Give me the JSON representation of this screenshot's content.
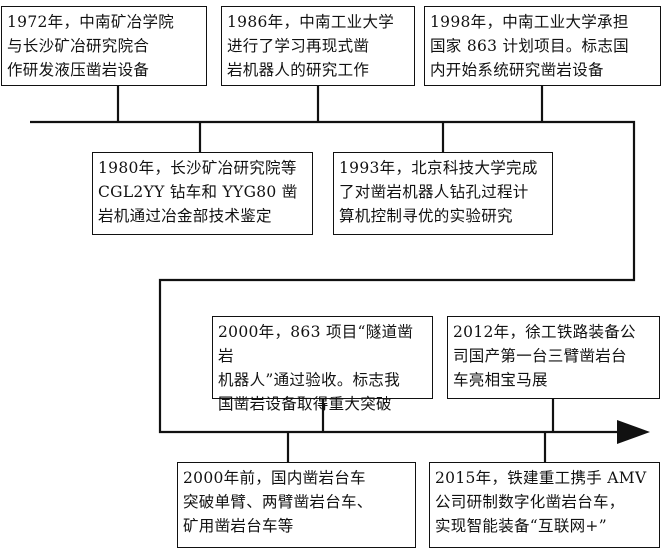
{
  "milestones": {
    "m1972": "1972年，中南矿冶学院\n与长沙矿冶研究院合\n作研发液压凿岩设备",
    "m1986": "1986年，中南工业大学\n进行了学习再现式凿\n岩机器人的研究工作",
    "m1998": "1998年，中南工业大学承担\n国家 863 计划项目。标志国\n内开始系统研究凿岩设备",
    "m1980": "1980年，长沙矿冶研究院等\nCGL2YY 钻车和 YYG80 凿\n岩机通过冶金部技术鉴定",
    "m1993": "1993年，北京科技大学完成\n了对凿岩机器人钻孔过程计\n算机控制寻优的实验研究",
    "m2000": "2000年，863 项目“隧道凿岩\n机器人”通过验收。标志我\n国凿岩设备取得重大突破",
    "m2012": "2012年，徐工铁路装备公\n司国产第一台三臂凿岩台\n车亮相宝马展",
    "m2000pre": "2000年前，国内凿岩台车\n突破单臂、两臂凿岩台车、\n矿用凿岩台车等",
    "m2015": "2015年，铁建重工携手 AMV\n公司研制数字化凿岩台车，\n实现智能装备“互联网+”"
  },
  "colors": {
    "line": "#111111",
    "background": "#ffffff"
  }
}
